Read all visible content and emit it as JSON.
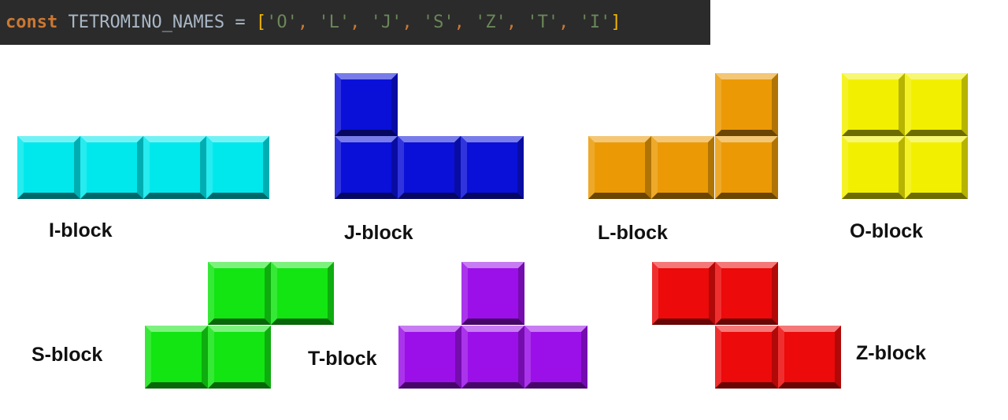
{
  "code_line": {
    "keyword": "const",
    "identifier": "TETROMINO_NAMES",
    "operator": "=",
    "open_bracket": "[",
    "close_bracket": "]",
    "separator": ",",
    "items": [
      "'O'",
      "'L'",
      "'J'",
      "'S'",
      "'Z'",
      "'T'",
      "'I'"
    ]
  },
  "pieces": [
    {
      "id": "I",
      "label": "I-block",
      "color": "#00e8ec"
    },
    {
      "id": "J",
      "label": "J-block",
      "color": "#0a10d8"
    },
    {
      "id": "L",
      "label": "L-block",
      "color": "#eb9a06"
    },
    {
      "id": "O",
      "label": "O-block",
      "color": "#f2f000"
    },
    {
      "id": "S",
      "label": "S-block",
      "color": "#12e512"
    },
    {
      "id": "T",
      "label": "T-block",
      "color": "#9b10e8"
    },
    {
      "id": "Z",
      "label": "Z-block",
      "color": "#ec0a0a"
    }
  ]
}
